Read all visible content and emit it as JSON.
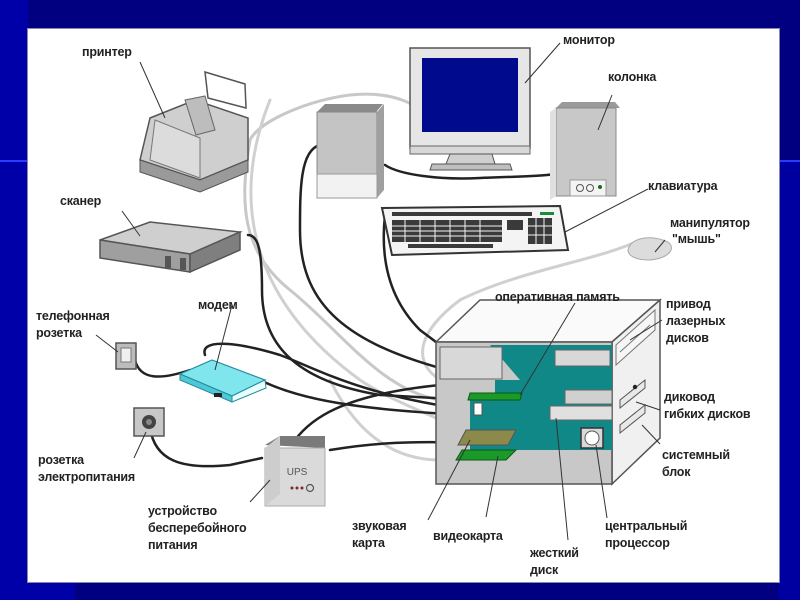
{
  "diagram": {
    "topic": "PC components and peripherals",
    "labels": {
      "printer": "принтер",
      "monitor": "монитор",
      "speaker": "колонка",
      "keyboard": "клавиатура",
      "mouse_line1": "манипулятор",
      "mouse_line2": "\"мышь\"",
      "scanner": "сканер",
      "phone_socket_line1": "телефонная",
      "phone_socket_line2": "розетка",
      "modem": "модем",
      "ram": "оперативная память",
      "cd_drive_line1": "привод",
      "cd_drive_line2": "лазерных",
      "cd_drive_line3": "дисков",
      "floppy_line1": "диковод",
      "floppy_line2": "гибких дисков",
      "system_unit_line1": "системный",
      "system_unit_line2": "блок",
      "power_socket_line1": "розетка",
      "power_socket_line2": "электропитания",
      "ups_line1": "устройство",
      "ups_line2": "бесперебойного",
      "ups_line3": "питания",
      "ups_badge": "UPS",
      "sound_card_line1": "звуковая",
      "sound_card_line2": "карта",
      "video_card": "видеокарта",
      "hdd_line1": "жесткий",
      "hdd_line2": "диск",
      "cpu_line1": "центральный",
      "cpu_line2": "процессор"
    },
    "colors": {
      "background": "#000080",
      "monitor_screen": "#000a8c",
      "motherboard": "#118888",
      "ram_module": "#1b9a2a",
      "video_card": "#1b9a2a",
      "sound_card": "#8c8a4a",
      "modem": "#7fe6ee"
    }
  }
}
